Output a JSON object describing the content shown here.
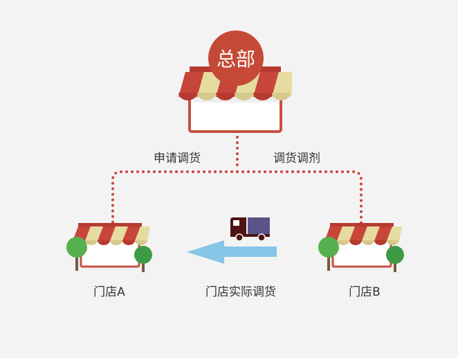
{
  "headquarters": {
    "label": "总部"
  },
  "connectors": {
    "left_label": "申请调货",
    "right_label": "调货调剂"
  },
  "stores": {
    "a_label": "门店A",
    "b_label": "门店B"
  },
  "transfer": {
    "label": "门店实际调货"
  },
  "colors": {
    "background": "#f3f3f4",
    "awning_red": "#c8453a",
    "awning_cream": "#e6dc9f",
    "frame_red": "#c65043",
    "dotted_line": "#c9463c",
    "arrow_blue": "#86c6e6",
    "truck_cab": "#4d1412",
    "truck_cargo": "#5a5488",
    "tree_light": "#56b04f",
    "tree_dark": "#3f9a45",
    "trunk": "#7a5a3c"
  }
}
